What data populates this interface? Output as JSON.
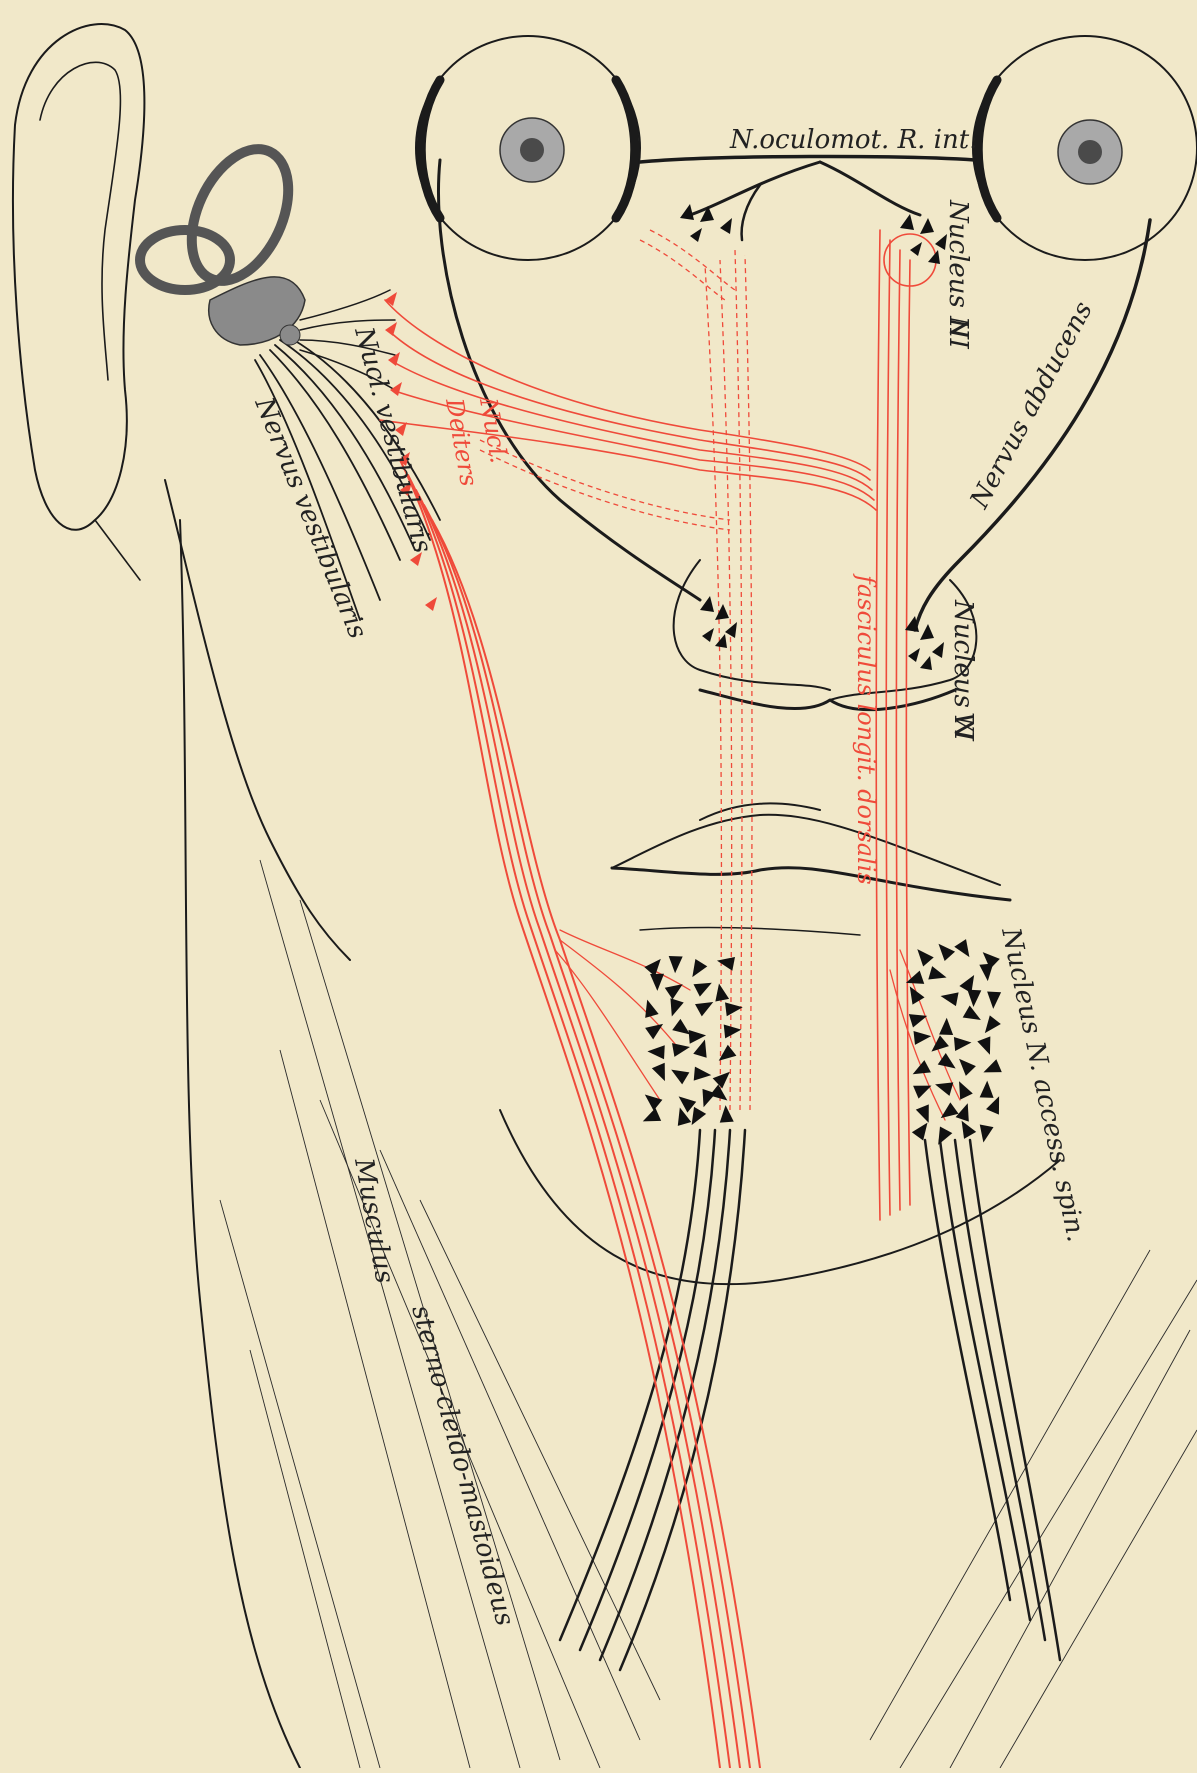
{
  "colors": {
    "paper": "#f1e8c9",
    "ink": "#1b1b1b",
    "red_pathway": "#ef4a3a",
    "eye_iris": "#9a9a9a",
    "labyrinth": "#8a8a8a"
  },
  "labels": {
    "oculomotor": "N.oculomot. R. int.",
    "nucleus_3": "Nucleus N",
    "nucleus_3_num": "III",
    "nerve_abducens": "Nervus abducens",
    "nucleus_6": "Nucleus N",
    "nucleus_6_num": "VI",
    "nucl_vestibularis": "Nucl. vestibularis",
    "nervus_vestibularis": "Nervus vestibularis",
    "nucl_deiters_1": "Nucl.",
    "nucl_deiters_2": "Deiters",
    "fasciculus": "fasciculus longit. dorsalis",
    "nucleus_access": "Nucleus N. access. spin.",
    "musculus": "Musculus",
    "sterno": "sterno-cleido-mastoideus"
  }
}
